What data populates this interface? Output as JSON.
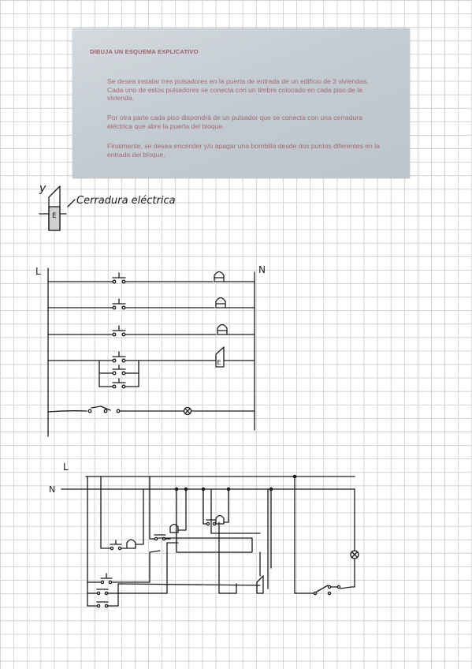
{
  "photo": {
    "heading": "DIBUJA UN ESQUEMA EXPLICATIVO",
    "paragraphs": [
      "Se desea instalar tres pulsadores en la puerta de entrada de un edificio de 3 viviendas. Cada uno de estos pulsadores se conecta con un timbre colocado en cada piso de la vivienda.",
      "Por otra parte cada piso dispondrá de un pulsador que se conecta con una cerradura eléctrica que abre la puerta del bloque.",
      "Finalmente, se desea encender y/o apagar una bombilla desde dos puntos diferentes en la entrada del bloque."
    ]
  },
  "legend": {
    "prefix": "y",
    "symbol_letter": "E",
    "label": "Cerradura eléctrica"
  },
  "diagram1": {
    "label_left": "L",
    "label_right": "N",
    "lock_letter": "E"
  },
  "diagram2": {
    "label_top": "L",
    "label_left": "N"
  },
  "colors": {
    "ink": "#1a1a1a",
    "photo_text": "#a16a70",
    "grid": "#d2d2d2",
    "lock_fill": "#cfcfcf"
  }
}
